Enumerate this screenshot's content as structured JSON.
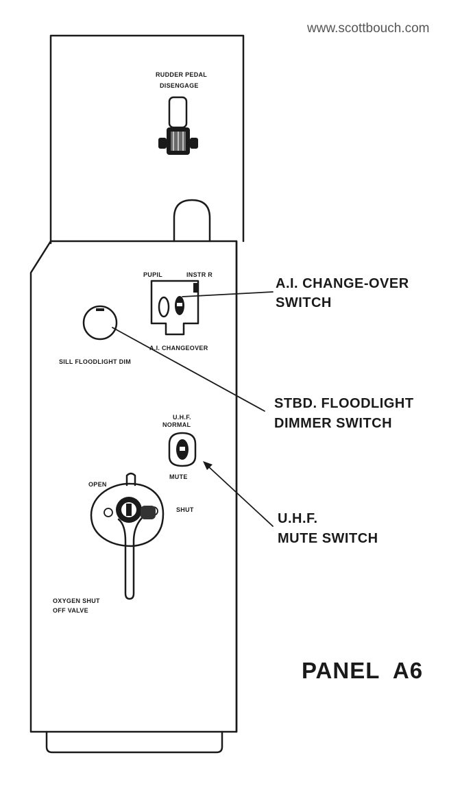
{
  "watermark": "www.scottbouch.com",
  "title": "PANEL  A6",
  "panel_labels": {
    "rudder_line1": "RUDDER PEDAL",
    "rudder_line2": "DISENGAGE",
    "pupil": "PUPIL",
    "instr": "INSTR R",
    "ai_changeover": "A.I. CHANGEOVER",
    "sill_floodlight": "SILL FLOODLIGHT DIM",
    "uhf_line1": "U.H.F.",
    "uhf_line2": "NORMAL",
    "mute": "MUTE",
    "open": "OPEN",
    "shut": "SHUT",
    "oxygen_line1": "OXYGEN SHUT",
    "oxygen_line2": "OFF VALVE"
  },
  "callouts": {
    "ai_line1": "A.I. CHANGE-OVER",
    "ai_line2": "SWITCH",
    "stbd_line1": "STBD. FLOODLIGHT",
    "stbd_line2": "DIMMER SWITCH",
    "uhf_line1": "U.H.F.",
    "uhf_line2": "MUTE SWITCH"
  }
}
